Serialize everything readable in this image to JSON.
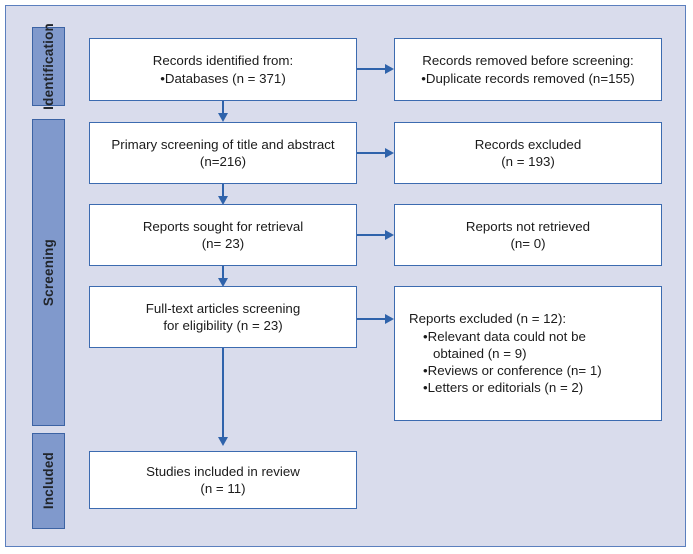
{
  "diagram": {
    "type": "prisma-flow-diagram",
    "title": "PRISMA study selection flow diagram",
    "colors": {
      "panel_background": "#d9dcec",
      "panel_border": "#5b7fbe",
      "stage_fill": "#8099cc",
      "stage_border": "#3c63a4",
      "box_fill": "#ffffff",
      "box_border": "#3c6bb0",
      "connector": "#2f63ab",
      "text": "#1b1b1b"
    }
  },
  "stages": [
    {
      "id": "identification",
      "label": "Identification"
    },
    {
      "id": "screening",
      "label": "Screening"
    },
    {
      "id": "included",
      "label": "Included"
    }
  ],
  "boxes": {
    "records_identified": {
      "line1": "Records identified from:",
      "line2": "•Databases (n = 371)",
      "n": 371
    },
    "records_removed": {
      "line1": "Records removed before screening:",
      "line2": "•Duplicate records removed (n=155)",
      "n": 155
    },
    "primary_screening": {
      "line1": "Primary screening of title and abstract",
      "line2": "(n=216)",
      "n": 216
    },
    "records_excluded": {
      "line1": "Records excluded",
      "line2": "(n = 193)",
      "n": 193
    },
    "reports_sought": {
      "line1": "Reports sought for retrieval",
      "line2": "(n= 23)",
      "n": 23
    },
    "reports_not_retrieved": {
      "line1": "Reports not retrieved",
      "line2": "(n= 0)",
      "n": 0
    },
    "fulltext_screening": {
      "line1": "Full-text articles screening",
      "line2": "for eligibility (n = 23)",
      "n": 23
    },
    "reports_excluded": {
      "line1": "Reports excluded (n = 12):",
      "line2": "•Relevant data could not be",
      "line3": "obtained (n = 9)",
      "line4": "•Reviews or conference (n= 1)",
      "line5": "•Letters or editorials (n = 2)",
      "n": 12,
      "reasons": [
        {
          "label": "Relevant data could not be obtained",
          "n": 9
        },
        {
          "label": "Reviews or conference",
          "n": 1
        },
        {
          "label": "Letters or editorials",
          "n": 2
        }
      ]
    },
    "studies_included": {
      "line1": "Studies included in review",
      "line2": "(n = 11)",
      "n": 11
    }
  }
}
